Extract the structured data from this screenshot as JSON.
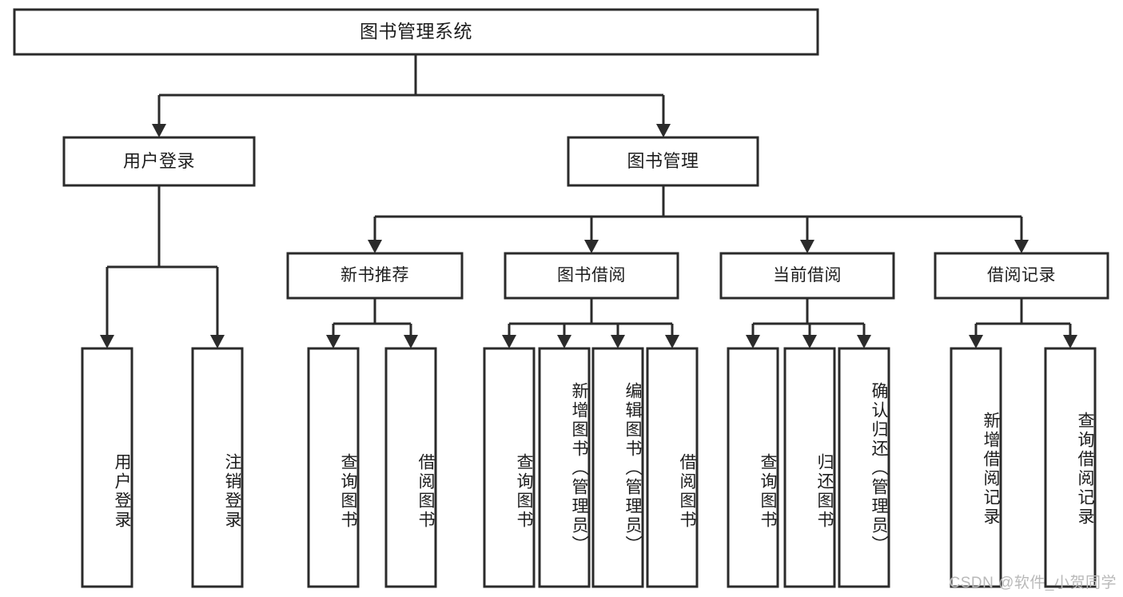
{
  "diagram": {
    "title": "图书管理系统",
    "type": "tree-hierarchy-diagram",
    "root": {
      "label": "图书管理系统"
    },
    "level2": [
      {
        "label": "用户登录"
      },
      {
        "label": "图书管理"
      }
    ],
    "level3": [
      {
        "label": "新书推荐"
      },
      {
        "label": "图书借阅"
      },
      {
        "label": "当前借阅"
      },
      {
        "label": "借阅记录"
      }
    ],
    "leaves": {
      "user_login": [
        {
          "label": "用户登录"
        },
        {
          "label": "注销登录"
        }
      ],
      "new_book_recommend": [
        {
          "label": "查询图书"
        },
        {
          "label": "借阅图书"
        }
      ],
      "book_borrow": [
        {
          "label": "查询图书"
        },
        {
          "label": "新增图书（管理员）"
        },
        {
          "label": "编辑图书（管理员）"
        },
        {
          "label": "借阅图书"
        }
      ],
      "current_borrow": [
        {
          "label": "查询图书"
        },
        {
          "label": "归还图书"
        },
        {
          "label": "确认归还（管理员）"
        }
      ],
      "borrow_record": [
        {
          "label": "新增借阅记录"
        },
        {
          "label": "查询借阅记录"
        }
      ]
    }
  },
  "watermark": {
    "text": "CSDN @软件_小贺同学"
  },
  "colors": {
    "stroke": "#2b2b2b",
    "fill": "#ffffff",
    "text": "#1d1d1d",
    "watermark": "#b9b9b9"
  }
}
